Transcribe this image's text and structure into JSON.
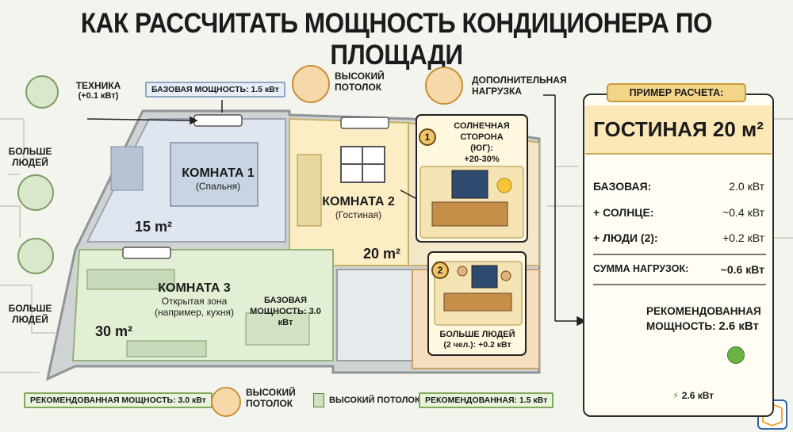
{
  "title": "КАК РАССЧИТАТЬ МОЩНОСТЬ КОНДИЦИОНЕРА ПО ПЛОЩАДИ",
  "left_labels": {
    "technics": {
      "line1": "ТЕХНИКА",
      "line2": "(+0.1 кВт)"
    },
    "more_people_1": {
      "line1": "БОЛЬШЕ",
      "line2": "ЛЮДЕЙ"
    },
    "more_people_2": {
      "line1": "БОЛЬШЕ",
      "line2": "ЛЮДЕЙ"
    }
  },
  "top_labels": {
    "base_power_tag": "БАЗОВАЯ МОЩНОСТЬ: 1.5 кВт",
    "high_ceiling": {
      "line1": "ВЫСОКИЙ",
      "line2": "ПОТОЛОК"
    },
    "extra_load": {
      "line1": "ДОПОЛНИТЕЛЬНАЯ",
      "line2": "НАГРУЗКА"
    }
  },
  "rooms": {
    "room1": {
      "title": "КОМНАТА 1",
      "sub": "(Спальня)",
      "area": "15 m²"
    },
    "room2": {
      "title": "КОМНАТА 2",
      "sub": "(Гостиная)",
      "area": "20 m²"
    },
    "room3": {
      "title": "КОМНАТА 3",
      "sub1": "Открытая зона",
      "sub2": "(например, кухня)",
      "area": "30 m²",
      "base1": "БАЗОВАЯ",
      "base2": "МОЩНОСТЬ: 3.0 кВт"
    }
  },
  "callouts": {
    "solar": {
      "num": "1",
      "line1": "СОЛНЕЧНАЯ",
      "line2": "СТОРОНА",
      "line3": "(ЮГ):",
      "line4": "+20-30%"
    },
    "people": {
      "num": "2",
      "line1": "БОЛЬШЕ ЛЮДЕЙ",
      "line2": "(2 чел.): +0.2 кВт"
    }
  },
  "bottom_labels": {
    "rec3": "РЕКОМЕНДОВАННАЯ МОЩНОСТЬ: 3.0 кВт",
    "high_ceiling": {
      "line1": "ВЫСОКИЙ",
      "line2": "ПОТОЛОК"
    },
    "high_ceiling_inline": "ВЫСОКИЙ ПОТОЛОК",
    "rec2": "РЕКОМЕНДОВАННАЯ: 1.5 кВт"
  },
  "example": {
    "tag": "ПРИМЕР РАСЧЕТА:",
    "head": "ГОСТИНАЯ 20 м²",
    "rows": [
      {
        "k": "БАЗОВАЯ:",
        "v": "2.0 кВт"
      },
      {
        "k": "+ СОЛНЦЕ:",
        "v": "~0.4 кВт"
      },
      {
        "k": "+ ЛЮДИ (2):",
        "v": "+0.2 кВт"
      }
    ],
    "sum_label": "СУММА НАГРУЗОК:",
    "sum_value": "~0.6 кВт",
    "rec_line1": "РЕКОМЕНДОВАННАЯ",
    "rec_label": "МОЩНОСТЬ:",
    "rec_value": "2.6 кВт",
    "ac_label": "2.6 кВт"
  },
  "colors": {
    "room1": "#dfe6f0",
    "room2": "#fbeec4",
    "room3": "#e3efd4",
    "wall": "#b9bdbf",
    "accent_yellow": "#f3d58a",
    "check_green": "#5fa53a"
  }
}
